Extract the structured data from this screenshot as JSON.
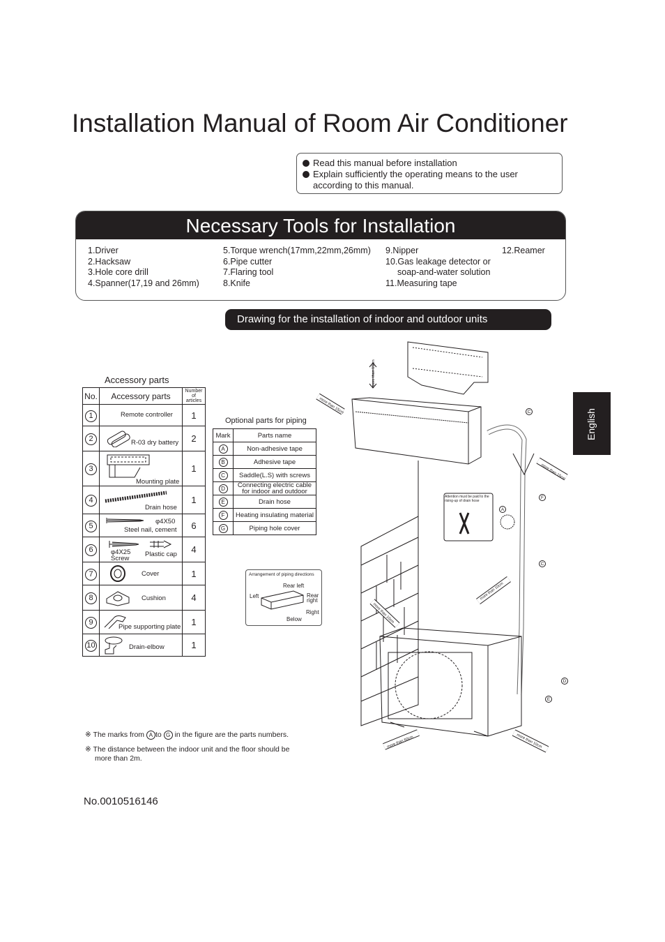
{
  "title": "Installation Manual of Room Air Conditioner",
  "notes": [
    "Read this manual before installation",
    "Explain sufficiently the operating means to the user",
    "according to this manual."
  ],
  "tools": {
    "heading": "Necessary Tools for Installation",
    "col1": [
      "1.Driver",
      "2.Hacksaw",
      "3.Hole core drill",
      "4.Spanner(17,19 and 26mm)"
    ],
    "col2": [
      "5.Torque wrench(17mm,22mm,26mm)",
      "6.Pipe cutter",
      "7.Flaring tool",
      "8.Knife"
    ],
    "col3": [
      "9.Nipper",
      "10.Gas leakage detector or",
      "soap-and-water solution",
      "11.Measuring tape"
    ],
    "col4": [
      "12.Reamer"
    ]
  },
  "drawing_heading": "Drawing for the installation of indoor and outdoor units",
  "language_tab": "English",
  "accessory": {
    "heading": "Accessory parts",
    "col_no": "No.",
    "col_name": "Accessory parts",
    "col_qty_1": "Number",
    "col_qty_2": "of",
    "col_qty_3": "articles",
    "rows": [
      {
        "no": "1",
        "label": "Remote controller",
        "qty": "1"
      },
      {
        "no": "2",
        "label": "R-03 dry battery",
        "qty": "2"
      },
      {
        "no": "3",
        "label": "Mounting plate",
        "qty": "1"
      },
      {
        "no": "4",
        "label": "Drain hose",
        "qty": "1"
      },
      {
        "no": "5",
        "label": "Steel nail, cement",
        "sub": "φ4X50",
        "qty": "6"
      },
      {
        "no": "6",
        "label": "Plastic cap",
        "sub": "φ4X25",
        "sub2": "Screw",
        "qty": "4"
      },
      {
        "no": "7",
        "label": "Cover",
        "qty": "1"
      },
      {
        "no": "8",
        "label": "Cushion",
        "qty": "4"
      },
      {
        "no": "9",
        "label": "Pipe supporting plate",
        "qty": "1"
      },
      {
        "no": "10",
        "label": "Drain-elbow",
        "qty": "1"
      }
    ]
  },
  "optional": {
    "heading": "Optional parts for piping",
    "col_mark": "Mark",
    "col_name": "Parts name",
    "rows": [
      {
        "mark": "A",
        "name": "Non-adhesive tape"
      },
      {
        "mark": "B",
        "name": "Adhesive tape"
      },
      {
        "mark": "C",
        "name": "Saddle(L.S) with screws"
      },
      {
        "mark": "D",
        "name": "Connecting electric cable for indoor and outdoor"
      },
      {
        "mark": "E",
        "name": "Drain hose"
      },
      {
        "mark": "F",
        "name": "Heating insulating material"
      },
      {
        "mark": "G",
        "name": "Piping hole cover"
      }
    ]
  },
  "piping": {
    "title": "Arrangement of piping directions",
    "rear_left": "Rear left",
    "left": "Left",
    "rear_right": "Rear right",
    "right": "Right",
    "below": "Below"
  },
  "diagram": {
    "dist_15": "more than 15cm",
    "dist_10": "more than 10cm",
    "dist_60": "more than 60cm",
    "attention": "Attention must be paid to the rising-up of drain hose",
    "marks": [
      "A",
      "C",
      "C",
      "D",
      "E",
      "F"
    ]
  },
  "footnotes": {
    "n1_a": "※ The marks from",
    "n1_b": "to",
    "n1_c": "in the figure are the parts numbers.",
    "n1_m1": "A",
    "n1_m2": "G",
    "n2": "※ The distance between the indoor unit and the floor should be",
    "n2_b": "more than 2m."
  },
  "doc_no": "No.0010516146"
}
